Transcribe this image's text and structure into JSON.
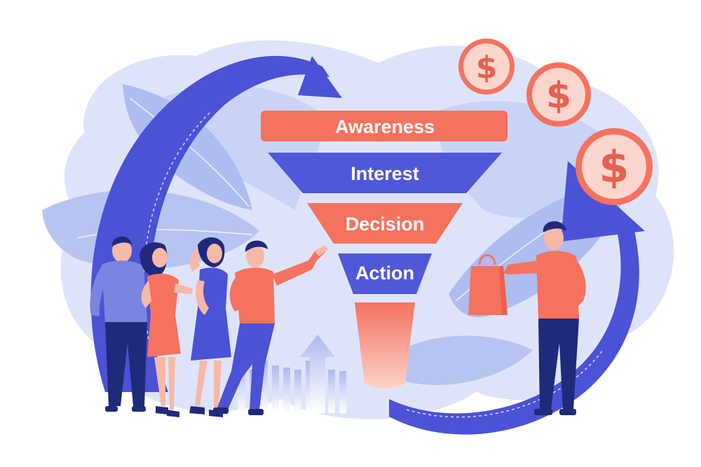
{
  "funnel": {
    "stages": [
      {
        "label": "Awareness",
        "color": "#f5725f"
      },
      {
        "label": "Interest",
        "color": "#5058d9"
      },
      {
        "label": "Decision",
        "color": "#f5725f"
      },
      {
        "label": "Action",
        "color": "#5058d9"
      }
    ]
  },
  "coins": {
    "symbol": "$"
  },
  "colors": {
    "primary_blue": "#4b52d6",
    "light_blue": "#b9c6f2",
    "pale_blue": "#dde4fa",
    "coral": "#f5725f",
    "coin_fill": "#fbd6cf",
    "navy": "#1f2a7a"
  }
}
